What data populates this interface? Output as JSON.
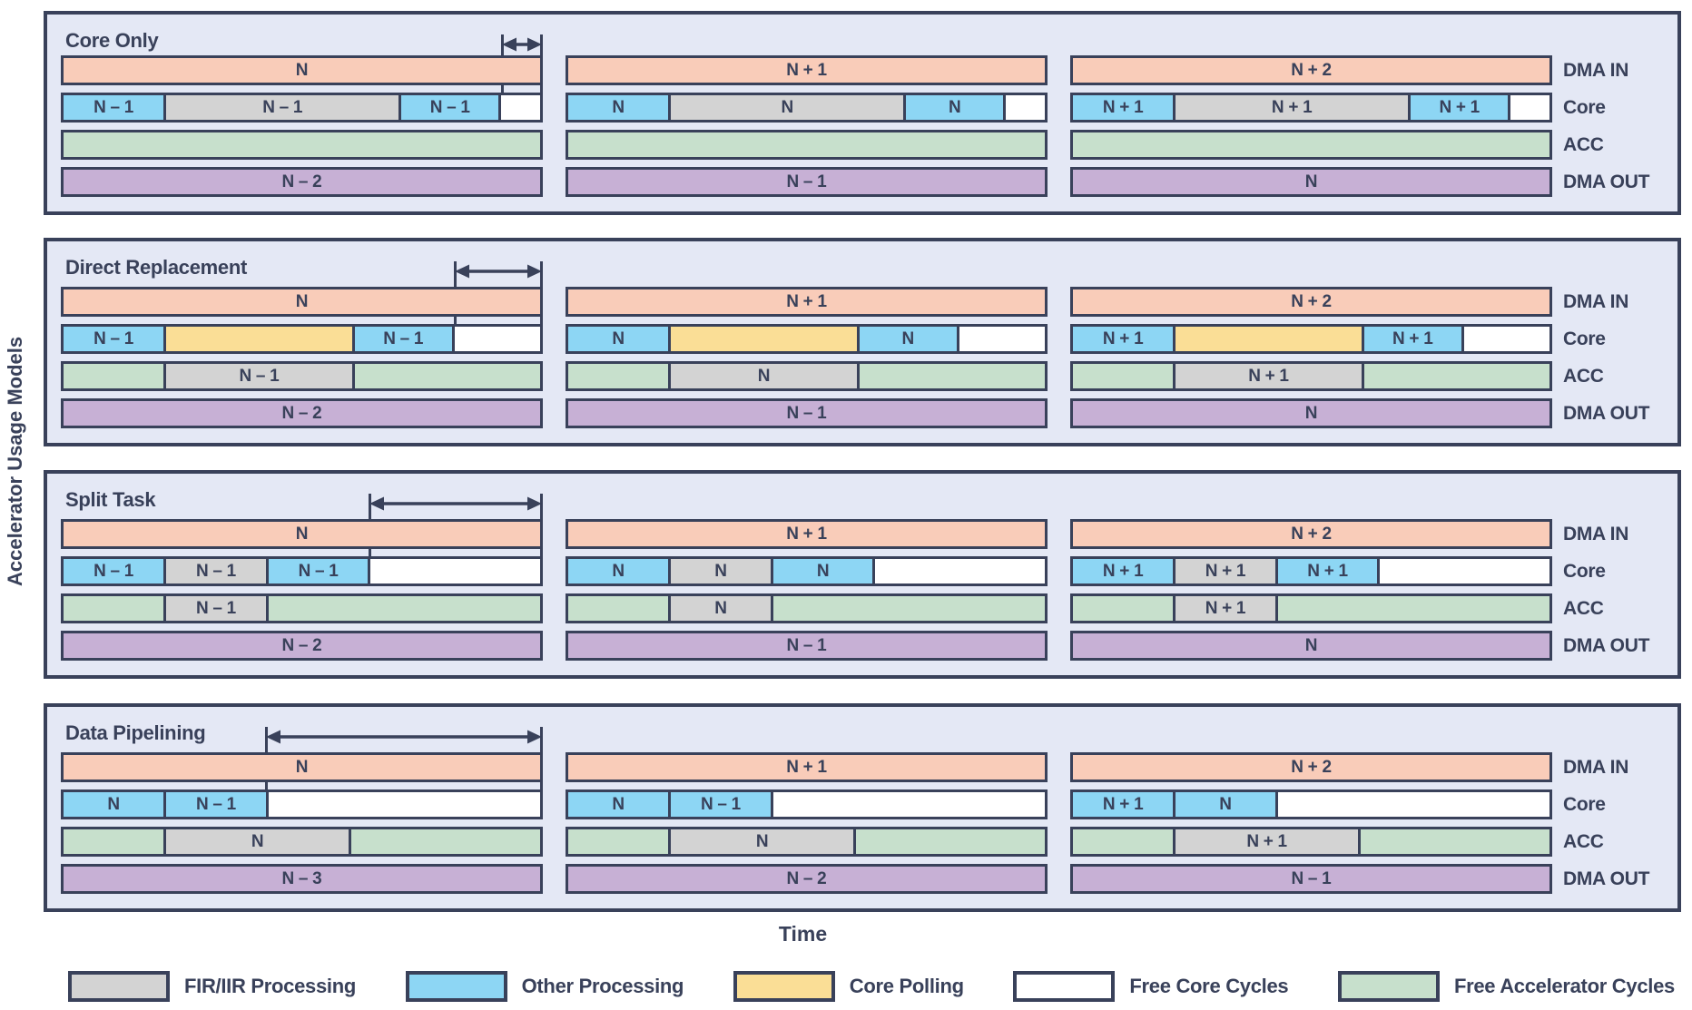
{
  "page": {
    "y_axis_label": "Accelerator Usage Models",
    "x_axis_label": "Time"
  },
  "row_labels": [
    "DMA IN",
    "Core",
    "ACC",
    "DMA OUT"
  ],
  "colors": {
    "border": "#39415a",
    "panel_bg": "#e4e8f5",
    "text": "#39415a",
    "fir": "#d3d3d3",
    "other": "#8dd6f4",
    "polling": "#fade96",
    "free_core": "#ffffff",
    "free_acc": "#c7e0cc",
    "dma_in": "#f9ccb9",
    "dma_out": "#c7b0d5"
  },
  "panels": [
    {
      "title": "Core Only",
      "arrow_start_pct": 91.3,
      "columns": [
        {
          "dma_in": "N",
          "core": [
            {
              "type": "other",
              "label": "N – 1",
              "w": 21
            },
            {
              "type": "fir",
              "label": "N – 1",
              "w": 49.3
            },
            {
              "type": "other",
              "label": "N – 1",
              "w": 21
            },
            {
              "type": "free_core",
              "label": "",
              "w": 8.7
            }
          ],
          "acc": [
            {
              "type": "free_acc",
              "label": "",
              "w": 100
            }
          ],
          "dma_out": "N – 2"
        },
        {
          "dma_in": "N + 1",
          "core": [
            {
              "type": "other",
              "label": "N",
              "w": 21
            },
            {
              "type": "fir",
              "label": "N",
              "w": 49.3
            },
            {
              "type": "other",
              "label": "N",
              "w": 21
            },
            {
              "type": "free_core",
              "label": "",
              "w": 8.7
            }
          ],
          "acc": [
            {
              "type": "free_acc",
              "label": "",
              "w": 100
            }
          ],
          "dma_out": "N – 1"
        },
        {
          "dma_in": "N + 2",
          "core": [
            {
              "type": "other",
              "label": "N + 1",
              "w": 21
            },
            {
              "type": "fir",
              "label": "N + 1",
              "w": 49.3
            },
            {
              "type": "other",
              "label": "N + 1",
              "w": 21
            },
            {
              "type": "free_core",
              "label": "",
              "w": 8.7
            }
          ],
          "acc": [
            {
              "type": "free_acc",
              "label": "",
              "w": 100
            }
          ],
          "dma_out": "N"
        }
      ]
    },
    {
      "title": "Direct Replacement",
      "arrow_start_pct": 81.5,
      "columns": [
        {
          "dma_in": "N",
          "core": [
            {
              "type": "other",
              "label": "N – 1",
              "w": 21
            },
            {
              "type": "polling",
              "label": "",
              "w": 39.5
            },
            {
              "type": "other",
              "label": "N – 1",
              "w": 21
            },
            {
              "type": "free_core",
              "label": "",
              "w": 18.5
            }
          ],
          "acc": [
            {
              "type": "free_acc",
              "label": "",
              "w": 21
            },
            {
              "type": "fir",
              "label": "N – 1",
              "w": 39.5
            },
            {
              "type": "free_acc",
              "label": "",
              "w": 39.5
            }
          ],
          "dma_out": "N – 2"
        },
        {
          "dma_in": "N + 1",
          "core": [
            {
              "type": "other",
              "label": "N",
              "w": 21
            },
            {
              "type": "polling",
              "label": "",
              "w": 39.5
            },
            {
              "type": "other",
              "label": "N",
              "w": 21
            },
            {
              "type": "free_core",
              "label": "",
              "w": 18.5
            }
          ],
          "acc": [
            {
              "type": "free_acc",
              "label": "",
              "w": 21
            },
            {
              "type": "fir",
              "label": "N",
              "w": 39.5
            },
            {
              "type": "free_acc",
              "label": "",
              "w": 39.5
            }
          ],
          "dma_out": "N – 1"
        },
        {
          "dma_in": "N + 2",
          "core": [
            {
              "type": "other",
              "label": "N + 1",
              "w": 21
            },
            {
              "type": "polling",
              "label": "",
              "w": 39.5
            },
            {
              "type": "other",
              "label": "N + 1",
              "w": 21
            },
            {
              "type": "free_core",
              "label": "",
              "w": 18.5
            }
          ],
          "acc": [
            {
              "type": "free_acc",
              "label": "",
              "w": 21
            },
            {
              "type": "fir",
              "label": "N + 1",
              "w": 39.5
            },
            {
              "type": "free_acc",
              "label": "",
              "w": 39.5
            }
          ],
          "dma_out": "N"
        }
      ]
    },
    {
      "title": "Split Task",
      "arrow_start_pct": 63.9,
      "columns": [
        {
          "dma_in": "N",
          "core": [
            {
              "type": "other",
              "label": "N – 1",
              "w": 21
            },
            {
              "type": "fir",
              "label": "N – 1",
              "w": 21.4
            },
            {
              "type": "other",
              "label": "N – 1",
              "w": 21.5
            },
            {
              "type": "free_core",
              "label": "",
              "w": 36.1
            }
          ],
          "acc": [
            {
              "type": "free_acc",
              "label": "",
              "w": 21
            },
            {
              "type": "fir",
              "label": "N – 1",
              "w": 21.4
            },
            {
              "type": "free_acc",
              "label": "",
              "w": 57.6
            }
          ],
          "dma_out": "N – 2"
        },
        {
          "dma_in": "N + 1",
          "core": [
            {
              "type": "other",
              "label": "N",
              "w": 21
            },
            {
              "type": "fir",
              "label": "N",
              "w": 21.4
            },
            {
              "type": "other",
              "label": "N",
              "w": 21.5
            },
            {
              "type": "free_core",
              "label": "",
              "w": 36.1
            }
          ],
          "acc": [
            {
              "type": "free_acc",
              "label": "",
              "w": 21
            },
            {
              "type": "fir",
              "label": "N",
              "w": 21.4
            },
            {
              "type": "free_acc",
              "label": "",
              "w": 57.6
            }
          ],
          "dma_out": "N – 1"
        },
        {
          "dma_in": "N + 2",
          "core": [
            {
              "type": "other",
              "label": "N + 1",
              "w": 21
            },
            {
              "type": "fir",
              "label": "N + 1",
              "w": 21.4
            },
            {
              "type": "other",
              "label": "N + 1",
              "w": 21.5
            },
            {
              "type": "free_core",
              "label": "",
              "w": 36.1
            }
          ],
          "acc": [
            {
              "type": "free_acc",
              "label": "",
              "w": 21
            },
            {
              "type": "fir",
              "label": "N + 1",
              "w": 21.4
            },
            {
              "type": "free_acc",
              "label": "",
              "w": 57.6
            }
          ],
          "dma_out": "N"
        }
      ]
    },
    {
      "title": "Data Pipelining",
      "arrow_start_pct": 42.4,
      "columns": [
        {
          "dma_in": "N",
          "core": [
            {
              "type": "other",
              "label": "N",
              "w": 21
            },
            {
              "type": "other",
              "label": "N – 1",
              "w": 21.4
            },
            {
              "type": "free_core",
              "label": "",
              "w": 57.6
            }
          ],
          "acc": [
            {
              "type": "free_acc",
              "label": "",
              "w": 21
            },
            {
              "type": "fir",
              "label": "N",
              "w": 38.8
            },
            {
              "type": "free_acc",
              "label": "",
              "w": 40.2
            }
          ],
          "dma_out": "N – 3"
        },
        {
          "dma_in": "N + 1",
          "core": [
            {
              "type": "other",
              "label": "N",
              "w": 21
            },
            {
              "type": "other",
              "label": "N – 1",
              "w": 21.4
            },
            {
              "type": "free_core",
              "label": "",
              "w": 57.6
            }
          ],
          "acc": [
            {
              "type": "free_acc",
              "label": "",
              "w": 21
            },
            {
              "type": "fir",
              "label": "N",
              "w": 38.8
            },
            {
              "type": "free_acc",
              "label": "",
              "w": 40.2
            }
          ],
          "dma_out": "N – 2"
        },
        {
          "dma_in": "N + 2",
          "core": [
            {
              "type": "other",
              "label": "N + 1",
              "w": 21
            },
            {
              "type": "other",
              "label": "N",
              "w": 21.4
            },
            {
              "type": "free_core",
              "label": "",
              "w": 57.6
            }
          ],
          "acc": [
            {
              "type": "free_acc",
              "label": "",
              "w": 21
            },
            {
              "type": "fir",
              "label": "N + 1",
              "w": 38.8
            },
            {
              "type": "free_acc",
              "label": "",
              "w": 40.2
            }
          ],
          "dma_out": "N – 1"
        }
      ]
    }
  ],
  "legend": [
    {
      "type": "fir",
      "label": "FIR/IIR Processing"
    },
    {
      "type": "other",
      "label": "Other Processing"
    },
    {
      "type": "polling",
      "label": "Core Polling"
    },
    {
      "type": "free_core",
      "label": "Free Core Cycles"
    },
    {
      "type": "free_acc",
      "label": "Free Accelerator Cycles"
    }
  ]
}
